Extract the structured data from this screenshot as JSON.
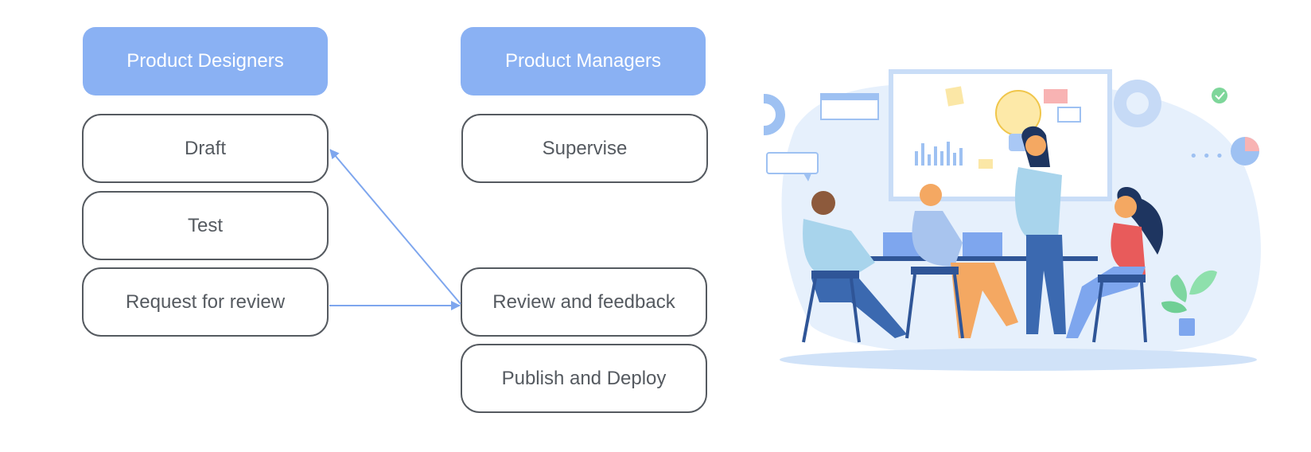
{
  "diagram": {
    "colors": {
      "header_bg": "#8ab1f3",
      "header_text": "#ffffff",
      "box_border": "#555a60",
      "text": "#555a60",
      "arrow": "#7ea6ee"
    },
    "columns": [
      {
        "header": "Product Designers",
        "steps": [
          "Draft",
          "Test",
          "Request for review"
        ]
      },
      {
        "header": "Product Managers",
        "steps": [
          "Supervise",
          "Review and feedback",
          "Publish and Deploy"
        ]
      }
    ],
    "connections": [
      {
        "from": "Request for review",
        "to": "Review and feedback"
      },
      {
        "from": "Review and feedback",
        "to": "Draft"
      }
    ]
  },
  "illustration": {
    "subject": "team-meeting-illustration"
  }
}
